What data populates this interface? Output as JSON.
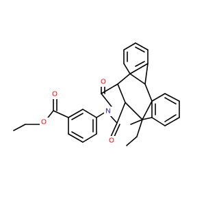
{
  "molecule": {
    "atoms": {
      "oxygen_carbonyl_ester": {
        "symbol": "O",
        "color": "#ff0000"
      },
      "oxygen_ether_ester": {
        "symbol": "O",
        "color": "#ff0000"
      },
      "nitrogen_imide": {
        "symbol": "N",
        "color": "#0000ff"
      },
      "oxygen_imide_top": {
        "symbol": "O",
        "color": "#ff0000"
      },
      "oxygen_imide_bottom": {
        "symbol": "O",
        "color": "#ff0000"
      }
    },
    "bond_color": "#000000"
  }
}
